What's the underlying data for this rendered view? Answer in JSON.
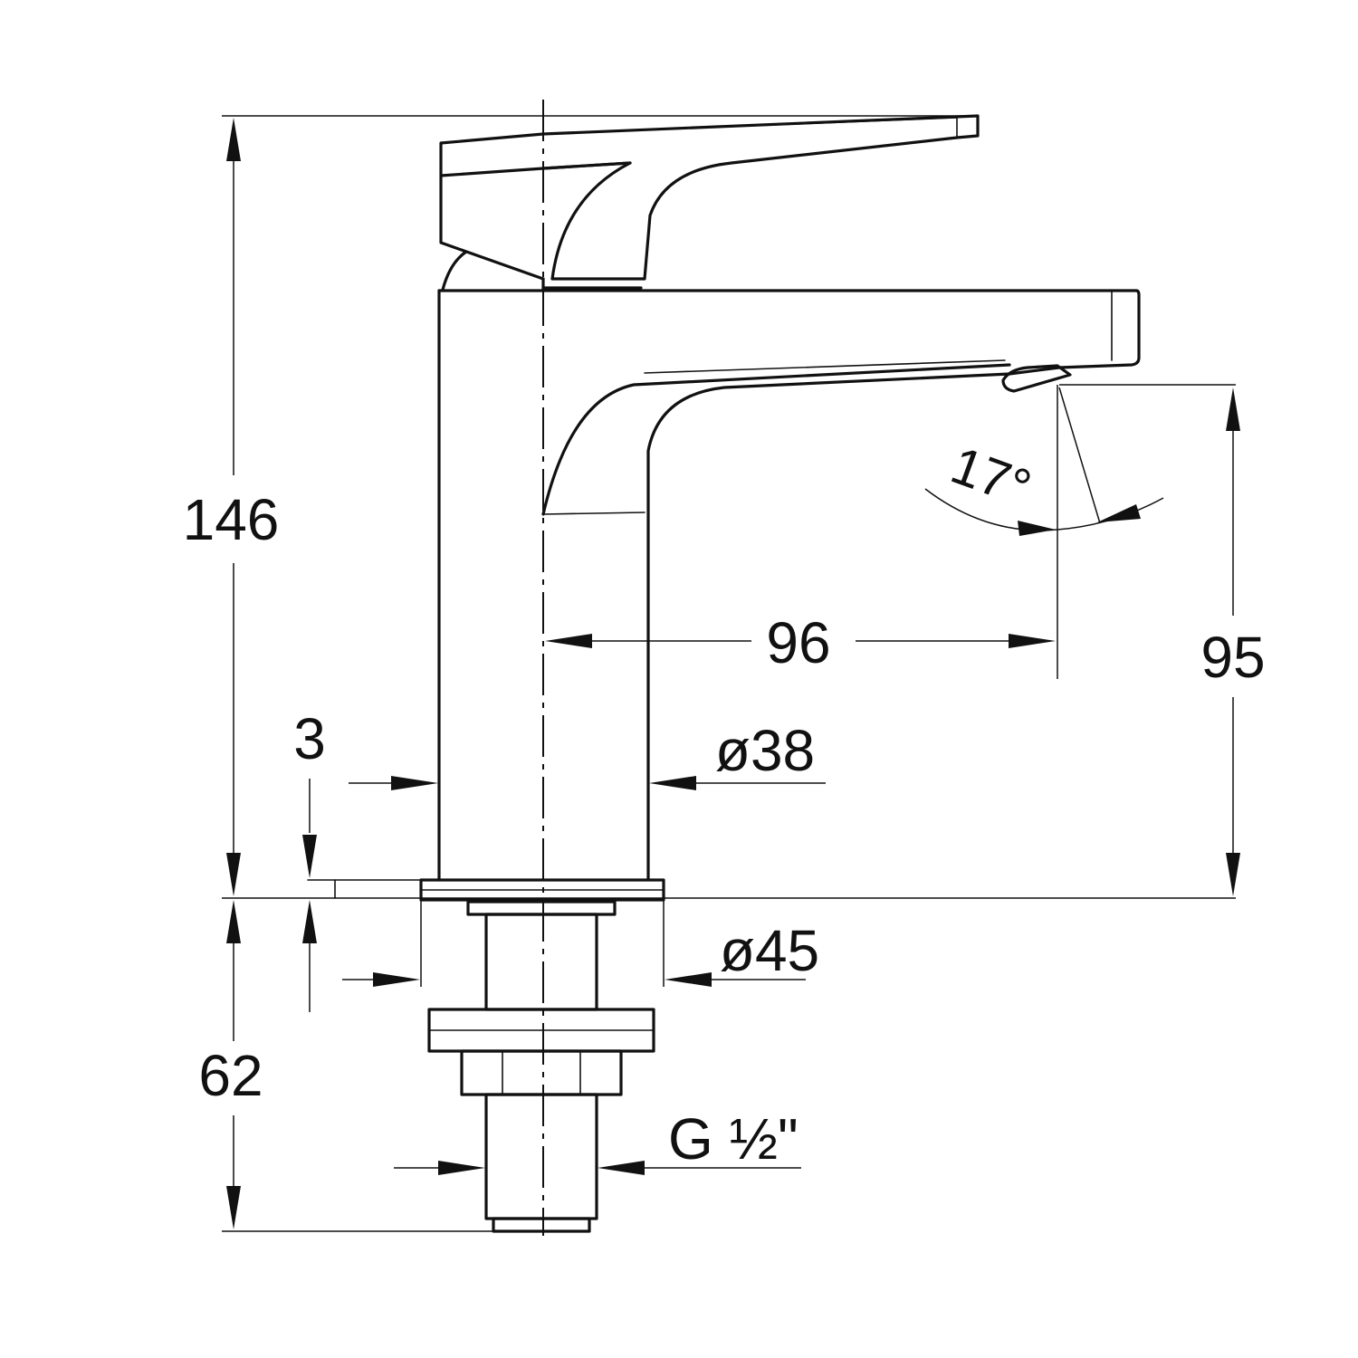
{
  "dimensions": {
    "total_height": "146",
    "spout_height": "95",
    "spout_reach": "96",
    "deck_gap": "3",
    "body_diameter": "ø38",
    "base_diameter": "ø45",
    "shank_length": "62",
    "thread": "G ½\"",
    "spout_angle": "17°"
  }
}
